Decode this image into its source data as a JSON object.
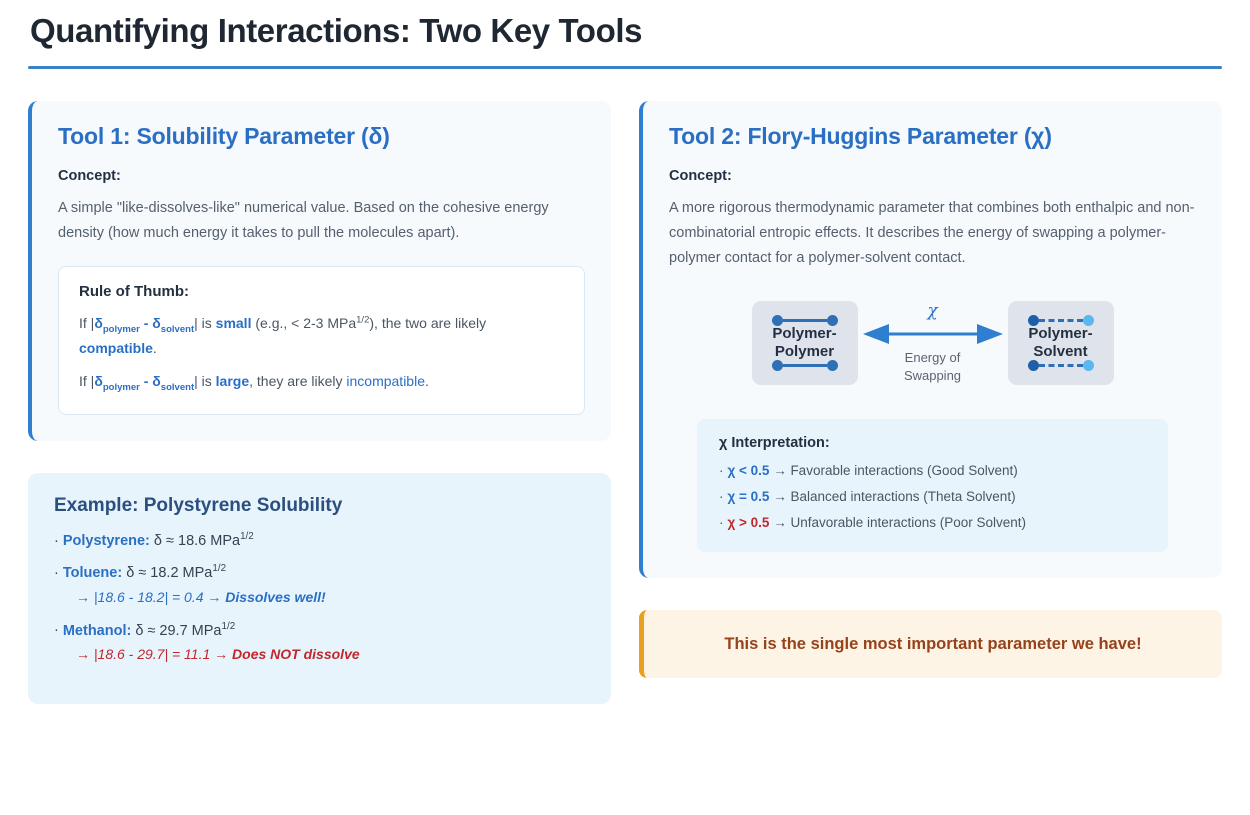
{
  "header": {
    "title": "Quantifying Interactions: Two Key Tools"
  },
  "left": {
    "tool": {
      "heading": "Tool 1: Solubility Parameter (δ)",
      "concept_label": "Concept:",
      "concept_text": "A simple \"like-dissolves-like\" numerical value. Based on the cohesive energy density (how much energy it takes to pull the molecules apart).",
      "rule": {
        "title": "Rule of Thumb:",
        "line1_pre": "If |",
        "line1_d1": "δ",
        "line1_sub1": "polymer",
        "line1_mid": " - ",
        "line1_d2": "δ",
        "line1_sub2": "solvent",
        "line1_post": "| is ",
        "line1_small": "small",
        "line1_tail": " (e.g., < 2-3 MPa",
        "line1_sup": "1/2",
        "line1_end": "), the two are likely ",
        "line1_result": "compatible",
        "line1_period": ".",
        "line2_post": "| is ",
        "line2_large": "large",
        "line2_tail": ", they are likely ",
        "line2_result": "incompatible",
        "line2_period": "."
      }
    },
    "example": {
      "title": "Example: Polystyrene Solubility",
      "items": [
        {
          "name": "Polystyrene:",
          "value": " δ ≈ 18.6 MPa",
          "sup": "1/2"
        },
        {
          "name": "Toluene:",
          "value": " δ ≈ 18.2 MPa",
          "sup": "1/2"
        },
        {
          "name": "Methanol:",
          "value": " δ ≈ 29.7 MPa",
          "sup": "1/2"
        }
      ],
      "result_good_calc": "→ |18.6 - 18.2| = 0.4 → ",
      "result_good_verdict": "Dissolves well!",
      "result_bad_calc": "→ |18.6 - 29.7| = 11.1 → ",
      "result_bad_verdict": "Does NOT dissolve"
    }
  },
  "right": {
    "tool": {
      "heading": "Tool 2: Flory-Huggins Parameter (χ)",
      "concept_label": "Concept:",
      "concept_text": "A more rigorous thermodynamic parameter that combines both enthalpic and non-combinatorial entropic effects. It describes the energy of swapping a polymer-polymer contact for a polymer-solvent contact."
    },
    "diagram": {
      "left_box_line1": "Polymer-",
      "left_box_line2": "Polymer",
      "right_box_line1": "Polymer-",
      "right_box_line2": "Solvent",
      "arrow_symbol": "χ",
      "arrow_caption_line1": "Energy of",
      "arrow_caption_line2": "Swapping"
    },
    "chi": {
      "title": "χ Interpretation:",
      "items": [
        {
          "key": "χ < 0.5",
          "text": " → Favorable interactions (Good Solvent)",
          "tone": "normal"
        },
        {
          "key": "χ = 0.5",
          "text": " → Balanced interactions (Theta Solvent)",
          "tone": "normal"
        },
        {
          "key": "χ > 0.5",
          "text": " → Unfavorable interactions (Poor Solvent)",
          "tone": "warn"
        }
      ]
    },
    "callout": {
      "text": "This is the single most important parameter we have!"
    }
  },
  "colors": {
    "accent_blue": "#2a6fc4",
    "rule_line": "#3b82c4",
    "warn_red": "#c1272d",
    "callout_orange": "#e9a020",
    "callout_text": "#96421a",
    "card_bg": "#f7fafd",
    "example_bg": "#e8f4fc"
  }
}
